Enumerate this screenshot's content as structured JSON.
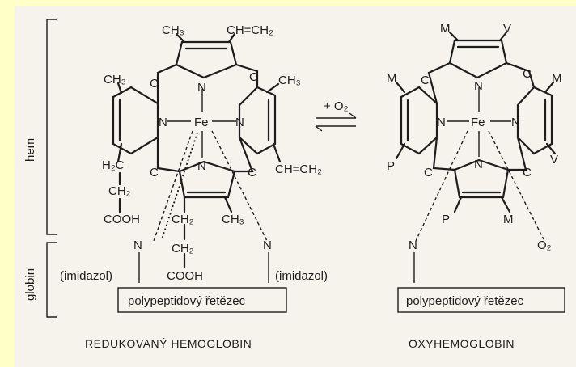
{
  "side_labels": {
    "hem": "hem",
    "globin": "globin"
  },
  "reduced": {
    "ch3_top": "CH₃",
    "vinyl_top": "CH=CH₂",
    "ch3_left": "CH₃",
    "ch3_right": "CH₃",
    "vinyl_right": "CH=CH₂",
    "fe": "Fe",
    "ch3_bottom": "CH₃",
    "h2c": "H₂C",
    "ch2_left": "CH₂",
    "cooh_left": "COOH",
    "ch2_mid1": "CH₂",
    "ch2_mid2": "CH₂",
    "cooh_mid": "COOH",
    "n_left": "N",
    "n_right": "N",
    "imidazol_left": "(imidazol)",
    "imidazol_right": "(imidazol)",
    "chain": "polypeptidový řetězec",
    "caption": "REDUKOVANÝ HEMOGLOBIN"
  },
  "oxy": {
    "m_top": "M",
    "v_top": "V",
    "m_left": "M",
    "m_right": "M",
    "p_left": "P",
    "v_right": "V",
    "fe": "Fe",
    "p_bottom": "P",
    "m_bottom": "M",
    "n_chain": "N",
    "o2": "O₂",
    "chain": "polypeptidový řetězec",
    "caption": "OXYHEMOGLOBIN"
  },
  "reaction": {
    "label": "+ O₂"
  },
  "atoms": {
    "n": "N",
    "c": "C"
  }
}
